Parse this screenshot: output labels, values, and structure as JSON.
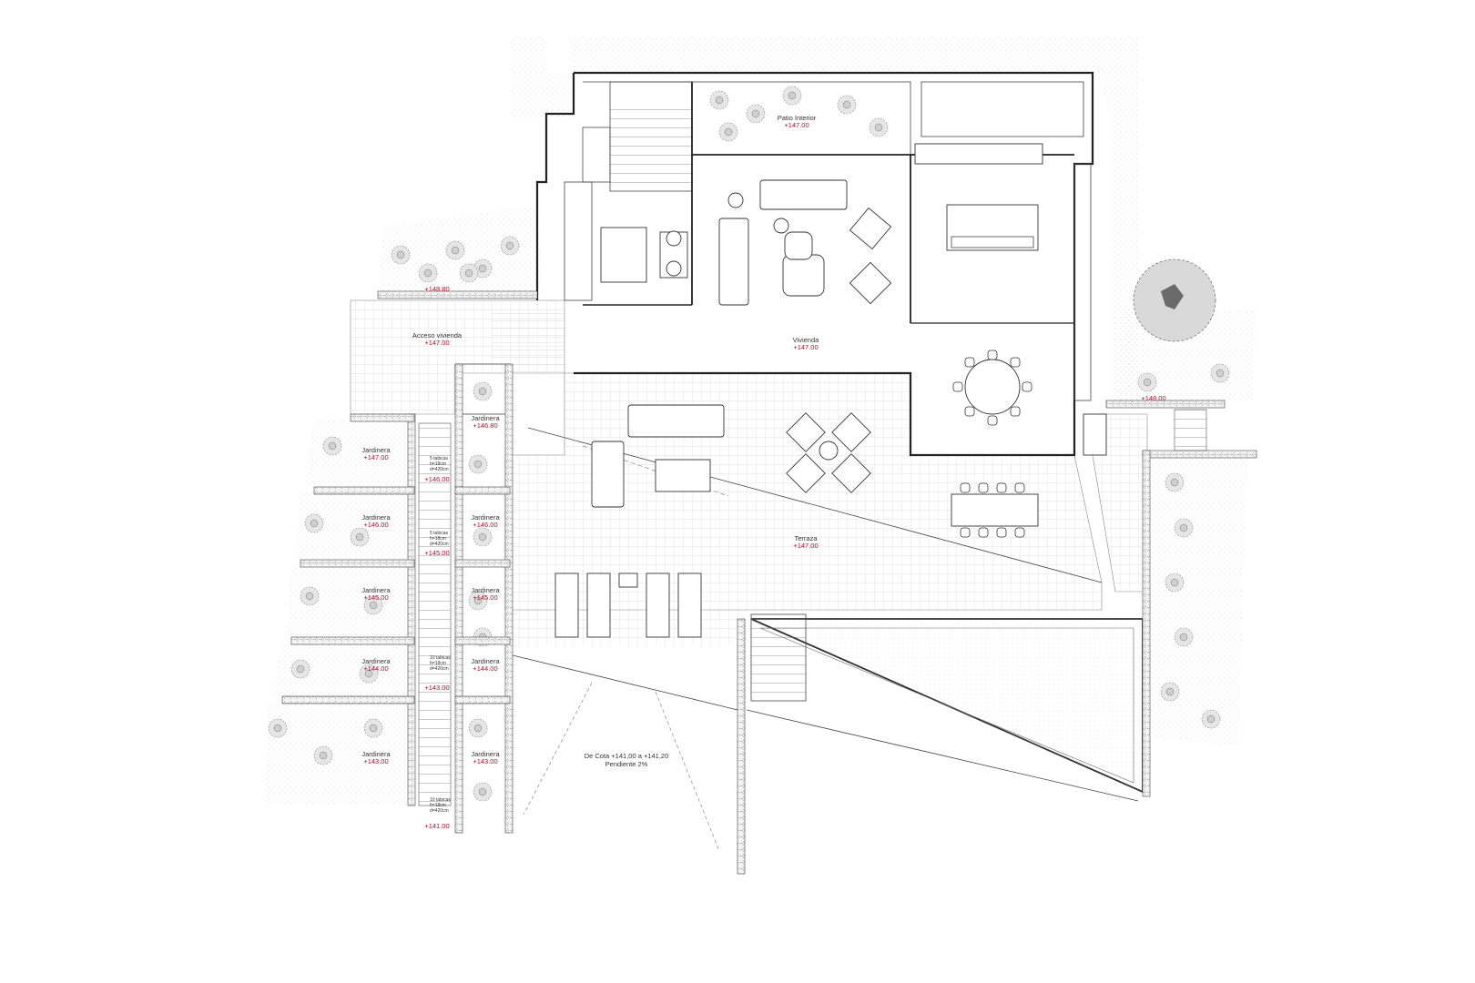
{
  "plan": {
    "colors": {
      "wall": "#222222",
      "level_text": "#b0102a",
      "label_text": "#333333",
      "hatch": "#bdbdbd"
    },
    "rooms": {
      "patio_interior": {
        "name": "Patio Interior",
        "level": "+147.00"
      },
      "vivienda": {
        "name": "Vivienda",
        "level": "+147.00"
      },
      "acceso": {
        "name": "Acceso vivienda",
        "level": "+147.00"
      },
      "terraza": {
        "name": "Terraza",
        "level": "+147.00"
      }
    },
    "levels": {
      "top_left": "+148.80",
      "right": "+148.00",
      "stair_146": "+146.00",
      "stair_145": "+145.00",
      "stair_143": "+143.00",
      "stair_141": "+141.00"
    },
    "planters": [
      {
        "name": "Jardinera",
        "level": "+147.00"
      },
      {
        "name": "Jardinera",
        "level": "+146.80"
      },
      {
        "name": "Jardinera",
        "level": "+146.00"
      },
      {
        "name": "Jardinera",
        "level": "+146.00"
      },
      {
        "name": "Jardinera",
        "level": "+145.00"
      },
      {
        "name": "Jardinera",
        "level": "+145.00"
      },
      {
        "name": "Jardinera",
        "level": "+144.00"
      },
      {
        "name": "Jardinera",
        "level": "+144.00"
      },
      {
        "name": "Jardinera",
        "level": "+143.00"
      },
      {
        "name": "Jardinera",
        "level": "+143.00"
      }
    ],
    "stair_notes": {
      "s1": [
        "5 tabicas",
        "h=18cm",
        "d=420cm"
      ],
      "s2": [
        "5 tabicas",
        "h=18cm",
        "d=420cm"
      ],
      "s3": [
        "10 tabicas",
        "h=18cm",
        "d=420cm"
      ],
      "s4": [
        "10 tabicas",
        "h=18cm",
        "d=420cm"
      ]
    },
    "slope_note": [
      "De Cota +141,00 a +141,20",
      "Pendiente 2%"
    ]
  }
}
